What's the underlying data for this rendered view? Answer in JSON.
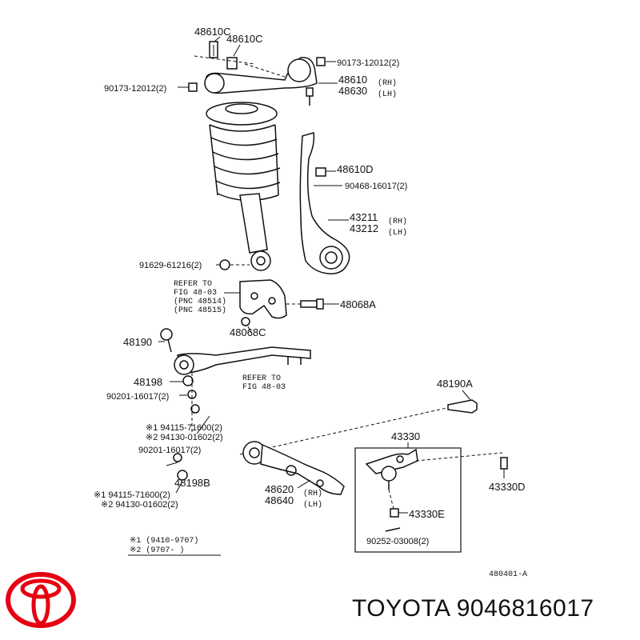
{
  "labels": {
    "p48610c_a": "48610C",
    "p48610c_b": "48610C",
    "p90173_r": "90173-12012(2)",
    "p90173_l": "90173-12012(2)",
    "p48610": "48610",
    "p48610_side": "(RH)",
    "p48630": "48630",
    "p48630_side": "(LH)",
    "p48610d": "48610D",
    "p90468": "90468-16017(2)",
    "p43211": "43211",
    "p43211_side": "(RH)",
    "p43212": "43212",
    "p43212_side": "(LH)",
    "p91629": "91629-61216(2)",
    "ref1_a": "REFER TO",
    "ref1_b": "FIG 48-03",
    "ref1_c": "(PNC 48514)",
    "ref1_d": "(PNC 48515)",
    "p48068a": "48068A",
    "p48068c": "48068C",
    "p48190": "48190",
    "ref2_a": "REFER TO",
    "ref2_b": "FIG 48-03",
    "p48198": "48198",
    "p90201_a": "90201-16017(2)",
    "p48190a": "48190A",
    "m1_a": "※1 94115-71600(2)",
    "m2_a": "※2 94130-01602(2)",
    "p43330": "43330",
    "p90201_b": "90201-16017(2)",
    "p48198b": "48198B",
    "m1_b": "※1 94115-71600(2)",
    "m2_b": "※2 94130-01602(2)",
    "p48620": "48620",
    "p48620_side": "(RH)",
    "p48640": "48640",
    "p48640_side": "(LH)",
    "p43330e": "43330E",
    "p43330d": "43330D",
    "p90252": "90252-03008(2)",
    "legend1": "※1  (9410-9707)",
    "legend2": "※2  (9707-      )",
    "fig_code": "480401-A"
  },
  "brand": {
    "text": "TOYOTA 9046816017",
    "logo_color": "#e60012"
  }
}
